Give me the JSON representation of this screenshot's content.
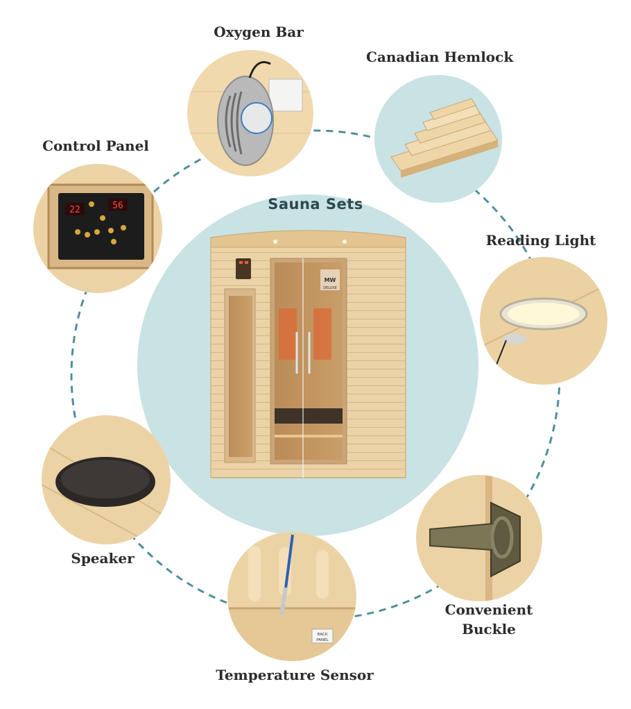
{
  "title": "Sauna Sets",
  "features": {
    "oxygen_bar": "Oxygen Bar",
    "canadian_hemlock": "Canadian Hemlock",
    "control_panel": "Control Panel",
    "reading_light": "Reading Light",
    "speaker": "Speaker",
    "convenient_buckle_line1": "Convenient",
    "convenient_buckle_line2": "Buckle",
    "temperature_sensor": "Temperature Sensor"
  },
  "control_panel_display": {
    "left": "22",
    "right": "56"
  },
  "door_logo": {
    "line1": "MW",
    "line2": "DELUXE"
  },
  "sensor_tag": {
    "line1": "BACK",
    "line2": "PANEL"
  },
  "colors": {
    "ring": "#4f8f9a",
    "hero": "#c9e2e4",
    "wood": "#e9cfa3",
    "title": "#2b4a50"
  }
}
